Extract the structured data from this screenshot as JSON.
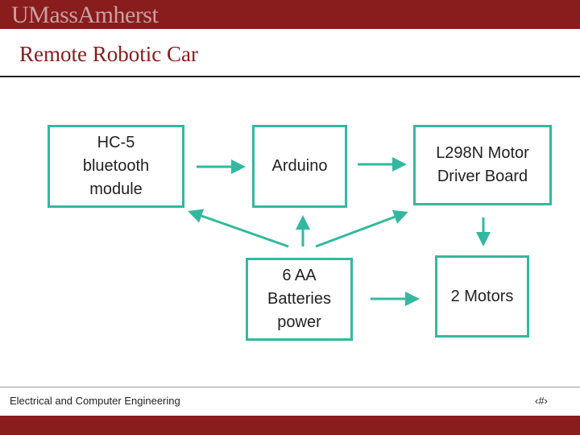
{
  "header": {
    "logo_text": "UMassAmherst",
    "brand_color": "#891c1c"
  },
  "slide": {
    "title": "Remote Robotic Car"
  },
  "diagram": {
    "accent_color": "#33b8a0",
    "nodes": {
      "bluetooth": "HC-5\nbluetooth\nmodule",
      "arduino": "Arduino",
      "driver": "L298N Motor\nDriver Board",
      "batteries": "6 AA\nBatteries\npower",
      "motors": "2 Motors"
    },
    "edges": [
      {
        "from": "bluetooth",
        "to": "arduino"
      },
      {
        "from": "arduino",
        "to": "driver"
      },
      {
        "from": "driver",
        "to": "motors"
      },
      {
        "from": "batteries",
        "to": "motors"
      },
      {
        "from": "batteries",
        "to": "bluetooth"
      },
      {
        "from": "batteries",
        "to": "arduino"
      },
      {
        "from": "batteries",
        "to": "driver"
      }
    ]
  },
  "footer": {
    "department": "Electrical and Computer Engineering",
    "page_number": "‹#›"
  }
}
